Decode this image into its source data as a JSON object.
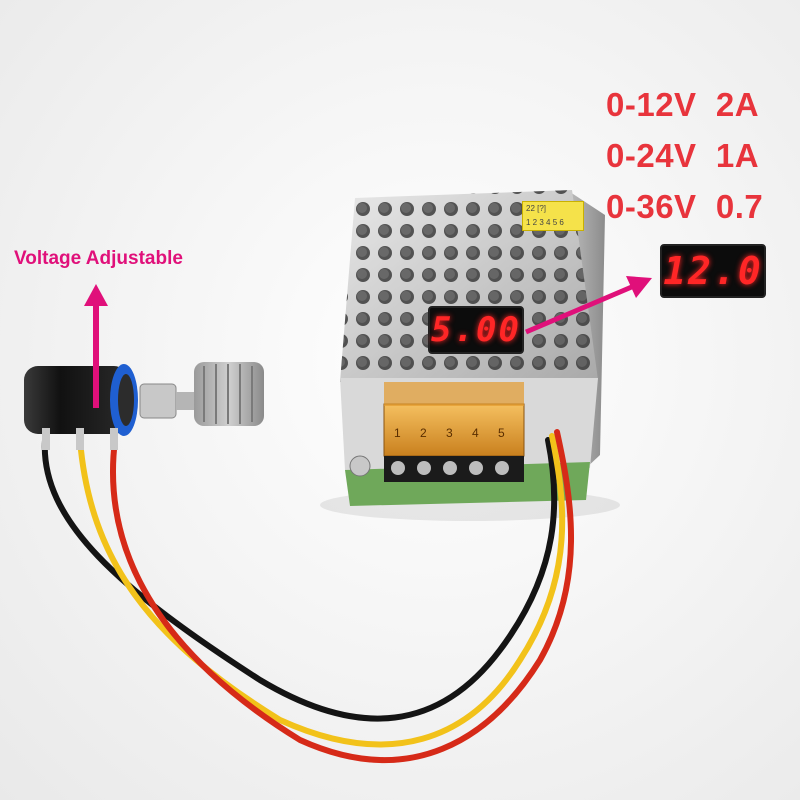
{
  "caption": {
    "text": "Voltage Adjustable"
  },
  "specs": [
    {
      "voltage": "0-12V",
      "current": "2A"
    },
    {
      "voltage": "0-24V",
      "current": "1A"
    },
    {
      "voltage": "0-36V",
      "current": "0.7"
    }
  ],
  "displays": {
    "module": "5.00",
    "inset": "12.0"
  },
  "terminals": [
    "1",
    "2",
    "3",
    "4",
    "5"
  ],
  "sticker": {
    "row_top": "22 [?]",
    "row_bottom": "1 2 3 4 5 6"
  },
  "colors": {
    "spec_text": "#e8343c",
    "caption_text": "#e0107a",
    "arrow": "#e0107a",
    "led_digits": "#ff2626",
    "terminal_block": "#e8a23a",
    "wire_red": "#d62a18",
    "wire_yellow": "#f2c21a",
    "wire_black": "#141414",
    "pot_ring": "#1f5fd1"
  }
}
